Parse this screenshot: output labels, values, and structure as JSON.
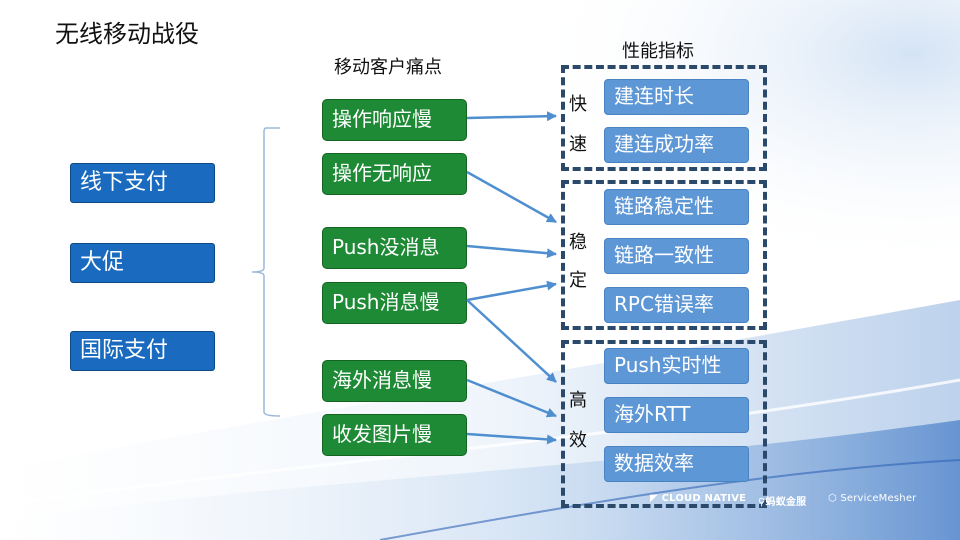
{
  "title": "无线移动战役",
  "headings": {
    "pain_points": "移动客户痛点",
    "metrics": "性能指标"
  },
  "scenarios": [
    "线下支付",
    "大促",
    "国际支付"
  ],
  "pain_points": [
    "操作响应慢",
    "操作无响应",
    "Push没消息",
    "Push消息慢",
    "海外消息慢",
    "收发图片慢"
  ],
  "groups": [
    {
      "label": [
        "快",
        "速"
      ],
      "metrics": [
        "建连时长",
        "建连成功率"
      ]
    },
    {
      "label": [
        "稳",
        "定"
      ],
      "metrics": [
        "链路稳定性",
        "链路一致性",
        "RPC错误率"
      ]
    },
    {
      "label": [
        "高",
        "效"
      ],
      "metrics": [
        "Push实时性",
        "海外RTT",
        "数据效率"
      ]
    }
  ],
  "links": [
    {
      "from": "操作响应慢",
      "to": "快速"
    },
    {
      "from": "操作无响应",
      "to": "稳定"
    },
    {
      "from": "Push没消息",
      "to": "稳定"
    },
    {
      "from": "Push消息慢",
      "to": "稳定"
    },
    {
      "from": "Push消息慢",
      "to": "高效"
    },
    {
      "from": "海外消息慢",
      "to": "高效"
    },
    {
      "from": "收发图片慢",
      "to": "高效"
    }
  ],
  "logos": [
    "CLOUD NATIVE",
    "蚂蚁金服",
    "ServiceMesher"
  ],
  "colors": {
    "scenario_box": "#1a6bbf",
    "pain_box": "#1e8a35",
    "metric_box": "#5e97d6",
    "arrow": "#4f8fd0",
    "group_border": "#2b4a6b"
  }
}
